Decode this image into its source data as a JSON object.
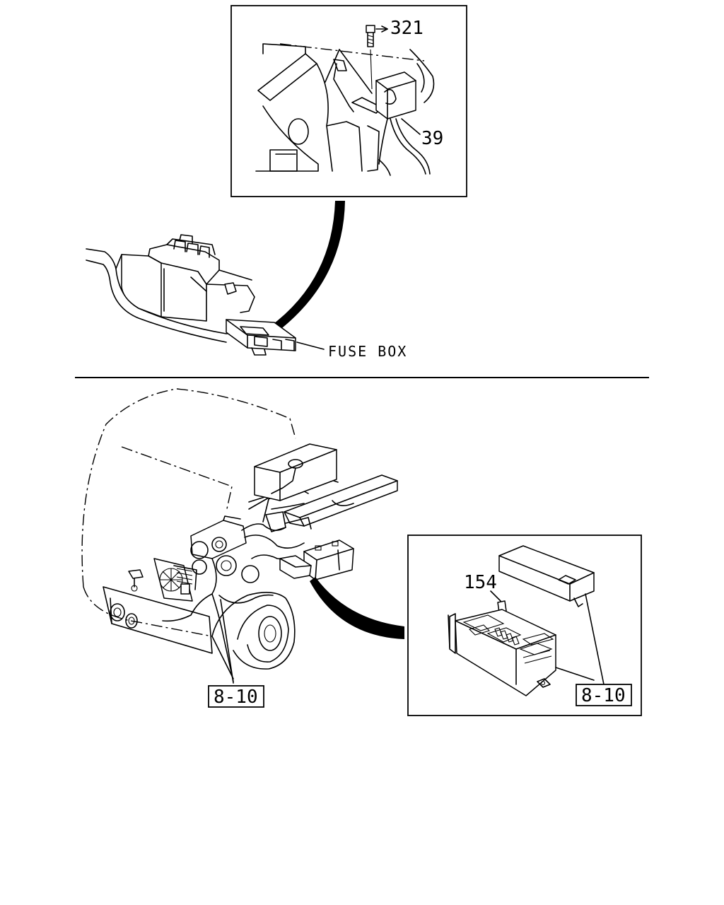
{
  "diagram": {
    "callouts": {
      "bolt": "321",
      "relay_bracket": "39",
      "fuse_box": "FUSE BOX",
      "relay": "154",
      "ref_harness": "8-10",
      "ref_fuse_block": "8-10"
    },
    "icons": [
      "bolt-icon",
      "relay-icon",
      "fuse-box-icon",
      "truck-chassis-icon",
      "dashboard-icon"
    ],
    "colors": {
      "ink": "#000000",
      "paper": "#ffffff"
    }
  }
}
